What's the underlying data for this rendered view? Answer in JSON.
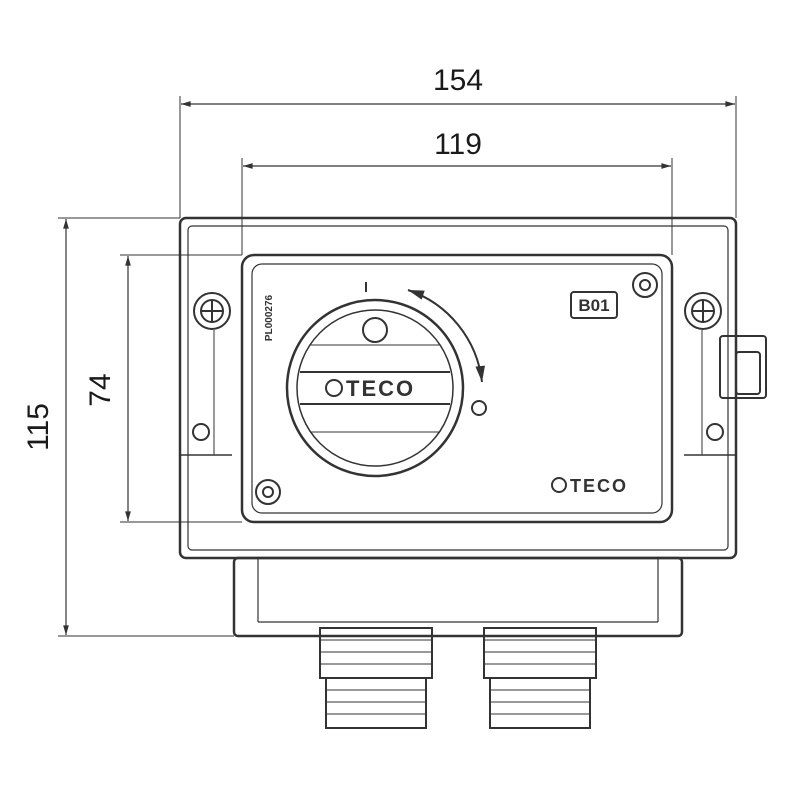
{
  "dimensions": {
    "overall_width": "154",
    "inner_width": "119",
    "overall_height": "115",
    "inner_height": "74"
  },
  "labels": {
    "badge": "B01",
    "knob_brand": "TECO",
    "corner_brand": "TECO",
    "part_code": "PL000276"
  },
  "colors": {
    "line": "#333333",
    "background": "#ffffff"
  }
}
